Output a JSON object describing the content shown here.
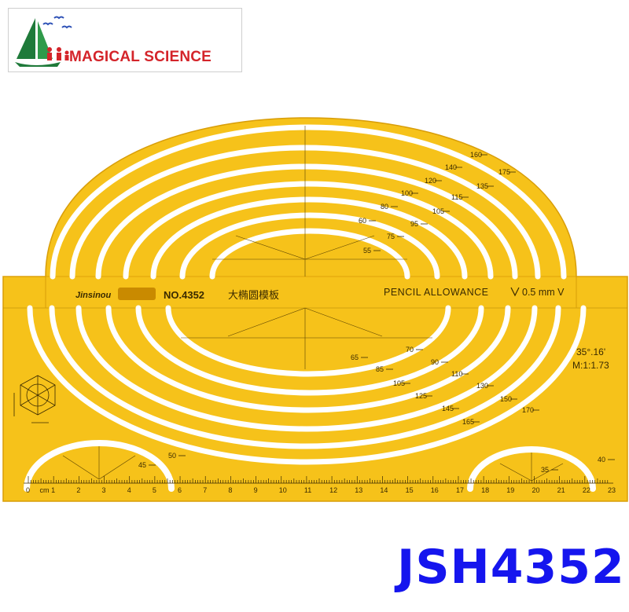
{
  "logo": {
    "brand": "MAGICAL SCIENCE",
    "icon": "sailboat-family-icon"
  },
  "stencil": {
    "maker": "Jinsinou",
    "model_line": "NO.4352",
    "name_cn": "大椭圆模板",
    "pencil_allowance": "PENCIL ALLOWANCE",
    "allowance_value": "0.5 mm V",
    "angle": "35°.16'",
    "ratio": "M:1:1.73",
    "upper_labels": [
      "55",
      "60",
      "75",
      "80",
      "95",
      "100",
      "105",
      "115",
      "120",
      "135",
      "140",
      "160",
      "175"
    ],
    "lower_labels": [
      "65",
      "70",
      "85",
      "90",
      "105",
      "110",
      "125",
      "130",
      "145",
      "150",
      "165",
      "170"
    ],
    "small_left_labels": [
      "45",
      "50"
    ],
    "small_right_labels": [
      "35",
      "40"
    ],
    "ruler_unit": "cm",
    "ruler_ticks": [
      "0",
      "1",
      "2",
      "3",
      "4",
      "5",
      "6",
      "7",
      "8",
      "9",
      "10",
      "11",
      "12",
      "13",
      "14",
      "15",
      "16",
      "17",
      "18",
      "19",
      "20",
      "21",
      "22",
      "23"
    ]
  },
  "colors": {
    "stencil": "#f6c21a",
    "stencil_dark": "#e7a90b",
    "accent_blue": "#1515ee",
    "logo_red": "#d4242a"
  },
  "product_code": "JSH4352"
}
